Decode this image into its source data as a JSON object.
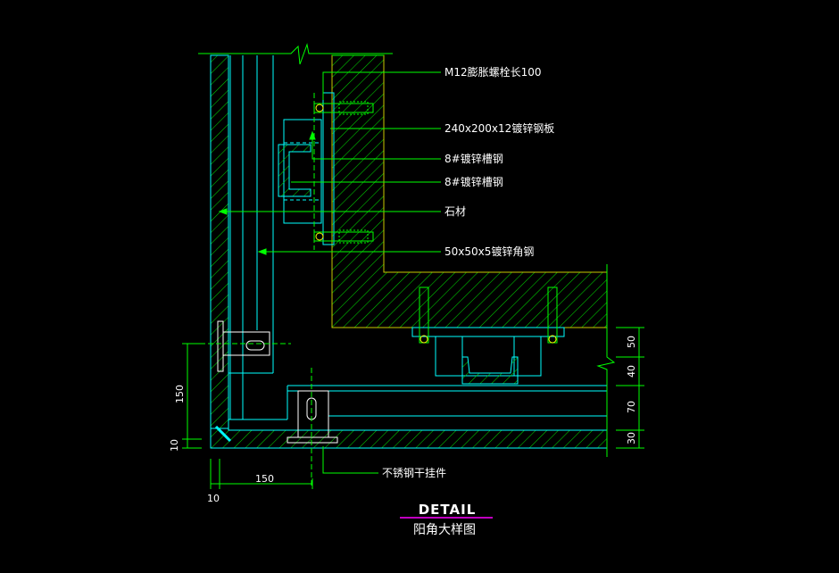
{
  "title": "DETAIL",
  "subtitle": "阳角大样图",
  "callouts": [
    "M12膨胀螺栓长100",
    "240x200x12镀锌钢板",
    "8#镀锌槽钢",
    "8#镀锌槽钢",
    "石材",
    "50x50x5镀锌角钢",
    "不锈钢干挂件"
  ],
  "dimensions": {
    "right": [
      "50",
      "40",
      "70",
      "30"
    ],
    "left": [
      "150",
      "10"
    ],
    "bottom": [
      "150",
      "10"
    ]
  },
  "colors": {
    "background": "#000000",
    "wall_hatch": "#00ff00",
    "stone": "#00ffff",
    "leaders": "#00ff00",
    "dimension": "#00ff00",
    "title_underline": "#ff00ff",
    "labels": "#ffffff"
  }
}
